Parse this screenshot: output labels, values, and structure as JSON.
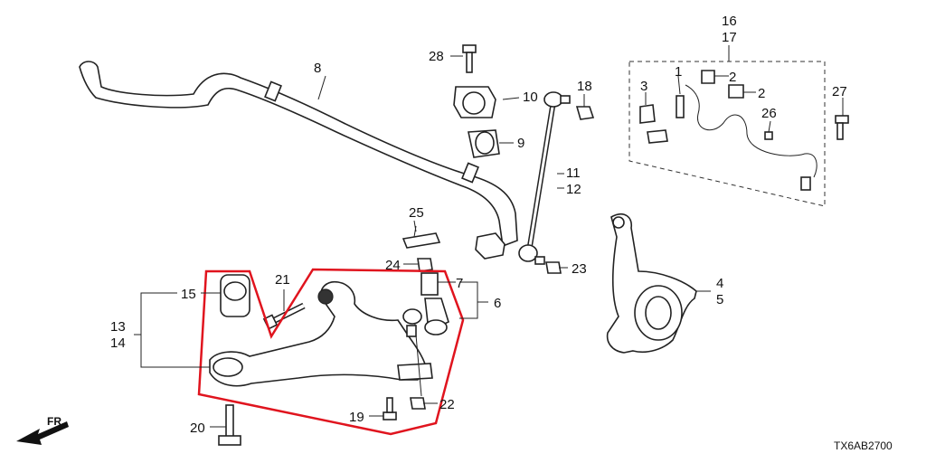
{
  "diagram": {
    "code": "TX6AB2700",
    "direction_label": "FR.",
    "highlight_color": "#e0141e",
    "line_color": "#222222",
    "labels": {
      "p1": "1",
      "p2a": "2",
      "p2b": "2",
      "p3": "3",
      "p4": "4",
      "p5": "5",
      "p6": "6",
      "p7": "7",
      "p8": "8",
      "p9": "9",
      "p10": "10",
      "p11": "11",
      "p12": "12",
      "p13": "13",
      "p14": "14",
      "p15": "15",
      "p16": "16",
      "p17": "17",
      "p18": "18",
      "p19": "19",
      "p20": "20",
      "p21": "21",
      "p22": "22",
      "p23": "23",
      "p24": "24",
      "p25": "25",
      "p26": "26",
      "p27": "27",
      "p28": "28"
    }
  }
}
